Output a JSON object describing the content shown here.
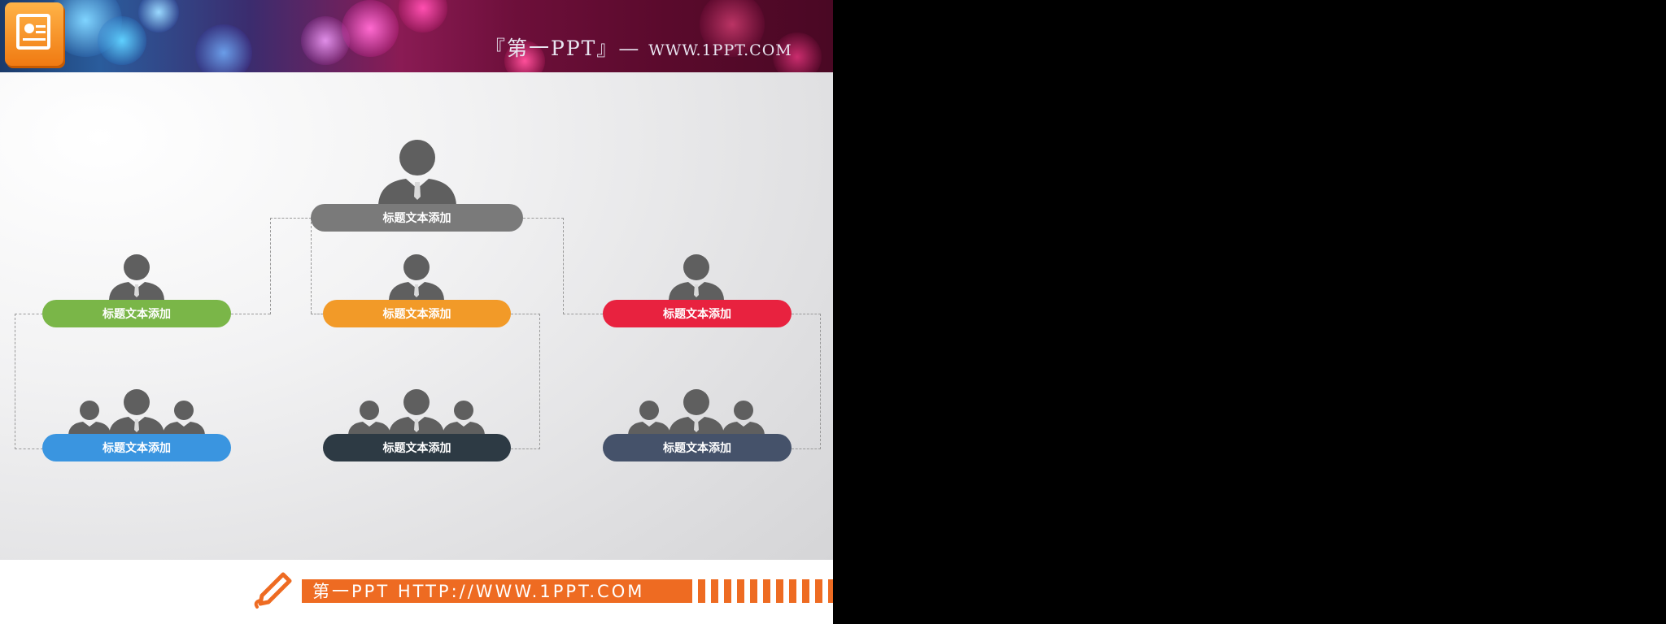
{
  "banner": {
    "title": "『第一PPT』—",
    "url": "WWW.1PPT.COM"
  },
  "org": {
    "top": {
      "label": "标题文本添加",
      "color": "#7a7a7a"
    },
    "left": {
      "label": "标题文本添加",
      "color": "#7ab648"
    },
    "center": {
      "label": "标题文本添加",
      "color": "#f29a28"
    },
    "right": {
      "label": "标题文本添加",
      "color": "#e8223f"
    },
    "bottom_left": {
      "label": "标题文本添加",
      "color": "#3a95e0"
    },
    "bottom_center": {
      "label": "标题文本添加",
      "color": "#2d3a44"
    },
    "bottom_right": {
      "label": "标题文本添加",
      "color": "#45526a"
    },
    "person_color": "#5f5f5f",
    "connector_color": "#999999"
  },
  "footer": {
    "text": "第一PPT HTTP://WWW.1PPT.COM",
    "accent": "#ee6b22"
  }
}
